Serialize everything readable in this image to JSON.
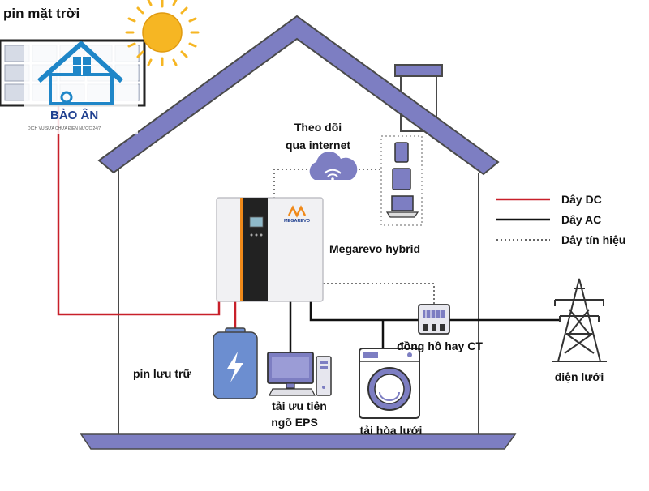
{
  "labels": {
    "solar_panel": "pin mặt trời",
    "monitoring_line1": "Theo dõi",
    "monitoring_line2": "qua internet",
    "inverter": "Megarevo hybrid",
    "battery": "pin lưu trữ",
    "eps_line1": "tải ưu tiên",
    "eps_line2": "ngõ EPS",
    "grid_load": "tải hòa lưới",
    "meter": "đồng hồ hay CT",
    "grid": "điện lưới"
  },
  "inverter_brand": "MEGAREVO",
  "logo": {
    "name": "BẢO ÂN",
    "tagline": "DỊCH VỤ SỬA CHỮA ĐIỆN NƯỚC 24/7"
  },
  "legend": {
    "items": [
      {
        "label": "Dây DC",
        "color": "#c8202a",
        "style": "solid"
      },
      {
        "label": "Dây AC",
        "color": "#111111",
        "style": "solid"
      },
      {
        "label": "Dây tín hiệu",
        "color": "#666666",
        "style": "dotted"
      }
    ]
  },
  "colors": {
    "roof": "#7d7ec2",
    "house_outline": "#4a4a4a",
    "dc_wire": "#c8202a",
    "ac_wire": "#111111",
    "signal_wire": "#777777",
    "battery": "#6c8ed0",
    "sun": "#f6b623",
    "logo_blue": "#1f86c8"
  }
}
